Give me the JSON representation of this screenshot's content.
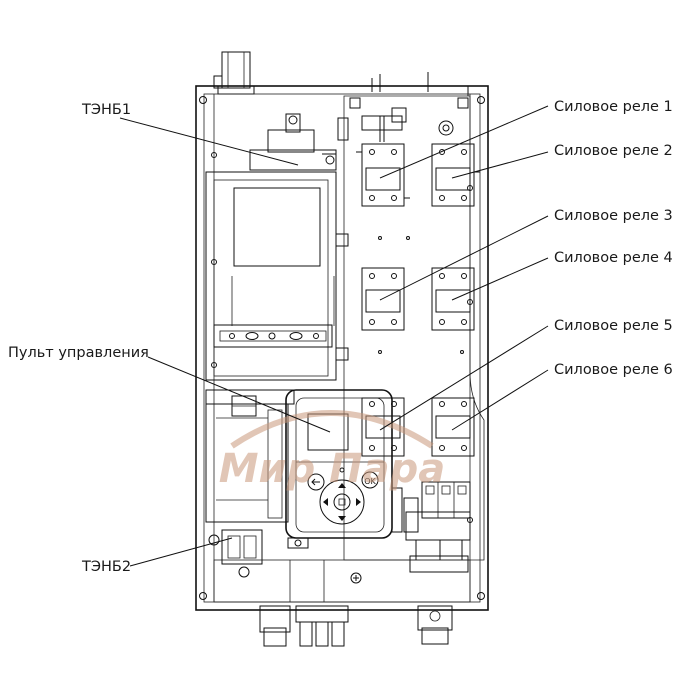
{
  "diagram": {
    "labels": {
      "heater_1": "ТЭНБ1",
      "heater_2": "ТЭНБ2",
      "control_panel": "Пульт управления",
      "relay_1": "Силовое реле 1",
      "relay_2": "Силовое реле 2",
      "relay_3": "Силовое реле 3",
      "relay_4": "Силовое реле 4",
      "relay_5": "Силовое реле 5",
      "relay_6": "Силовое реле 6"
    },
    "control_panel_buttons": {
      "ok": "OK"
    },
    "watermark": "Мир Пара",
    "colors": {
      "line": "#111111",
      "watermark": "#c9977a",
      "background": "#ffffff"
    }
  }
}
